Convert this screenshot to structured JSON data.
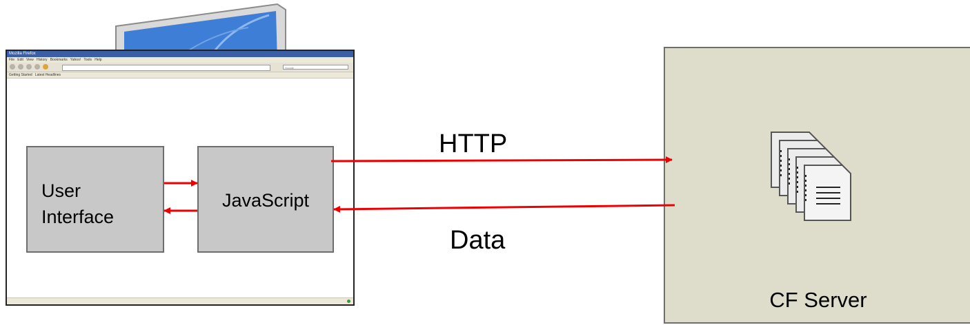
{
  "browser": {
    "title": "Mozilla Firefox",
    "menu": [
      "File",
      "Edit",
      "View",
      "History",
      "Bookmarks",
      "Yahoo!",
      "Tools",
      "Help"
    ],
    "search_placeholder": "Google",
    "bookmarks": [
      "Getting Started",
      "Latest Headlines"
    ]
  },
  "nodes": {
    "user_interface": [
      "User",
      "Interface"
    ],
    "javascript": "JavaScript",
    "server": "CF Server"
  },
  "edges": {
    "request": "HTTP",
    "response": "Data"
  },
  "colors": {
    "arrow": "#ee0000",
    "box_fill": "#c8c8c8",
    "server_fill": "#dedcca"
  },
  "icons": {
    "server_icon": "document-stack-icon",
    "monitor_icon": "monitor-icon"
  }
}
